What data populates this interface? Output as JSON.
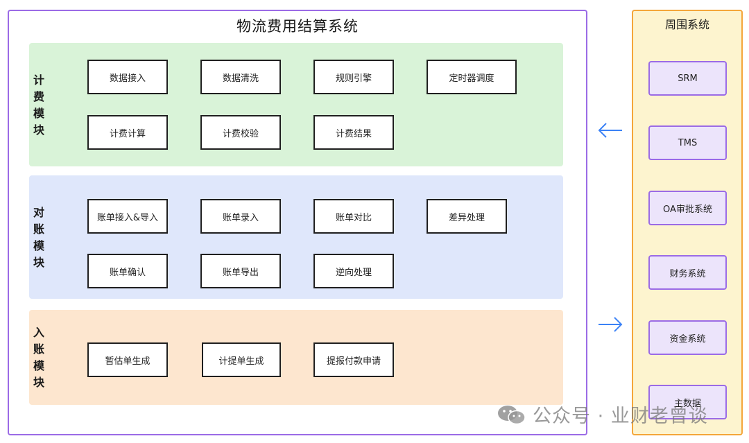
{
  "main": {
    "title": "物流费用结算系统",
    "modules": [
      {
        "label": "计费模块",
        "boxes": [
          "数据接入",
          "数据清洗",
          "规则引擎",
          "定时器调度",
          "计费计算",
          "计费校验",
          "计费结果"
        ]
      },
      {
        "label": "对账模块",
        "boxes": [
          "账单接入&导入",
          "账单录入",
          "账单对比",
          "差异处理",
          "账单确认",
          "账单导出",
          "逆向处理"
        ]
      },
      {
        "label": "入账模块",
        "boxes": [
          "暂估单生成",
          "计提单生成",
          "提报付款申请"
        ]
      }
    ]
  },
  "side": {
    "title": "周围系统",
    "items": [
      "SRM",
      "TMS",
      "OA审批系统",
      "财务系统",
      "资金系统",
      "主数据"
    ]
  },
  "arrows": {
    "color": "#3b82f6",
    "top_direction": "left",
    "bottom_direction": "right"
  },
  "watermark": {
    "text": "公众号 · 业财老曾谈",
    "icon": "wechat-icon"
  }
}
